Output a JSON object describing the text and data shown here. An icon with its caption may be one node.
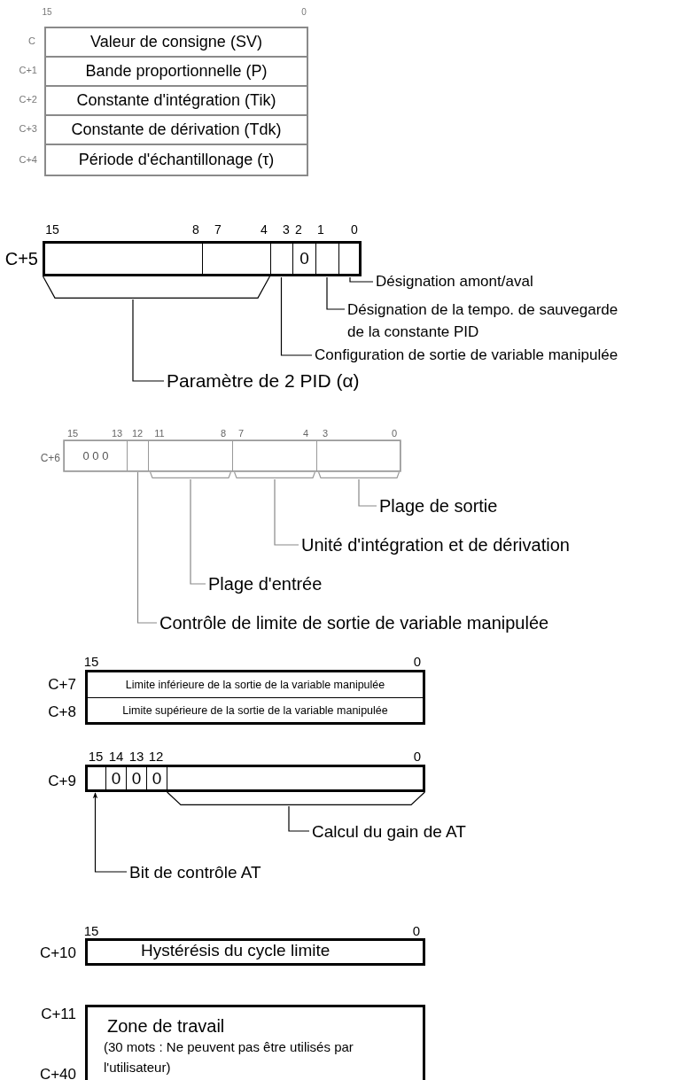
{
  "diagram": {
    "nodes": [
      {
        "text": [
          "Valeur de consigne (SV)"
        ]
      },
      {
        "text": [
          "Bande proportionnelle (P)"
        ]
      },
      {
        "text": [
          "Constante d'intégration (Tik)"
        ]
      },
      {
        "text": [
          "Constante de dérivation (Tdk)"
        ]
      },
      {
        "text": [
          "Période d'échantillonage (τ)"
        ]
      },
      {
        "text": [],
        "shape": "box"
      },
      {
        "text": [],
        "shape": "box"
      },
      {
        "text": [],
        "shape": "box"
      },
      {
        "text": [
          "0"
        ]
      },
      {
        "text": [],
        "shape": "box"
      },
      {
        "text": [],
        "shape": "box"
      },
      {
        "text": [
          "Désignation amont/aval"
        ]
      },
      {
        "text": [
          "Désignation de la tempo. de sauvegarde de la constante PID"
        ]
      },
      {
        "text": [
          "Configuration de sortie de variable manipulée"
        ]
      },
      {
        "text": [
          "Paramètre de 2 PID (α)"
        ]
      },
      {
        "text": [
          "0 0 0"
        ]
      },
      {
        "text": [],
        "shape": "box"
      },
      {
        "text": [],
        "shape": "box"
      },
      {
        "text": [],
        "shape": "box"
      },
      {
        "text": [],
        "shape": "box"
      },
      {
        "text": [
          "Plage de sortie"
        ]
      },
      {
        "text": [
          "Unité d'intégration et de dérivation"
        ]
      },
      {
        "text": [
          "Plage d'entrée"
        ]
      },
      {
        "text": [
          "Contrôle de limite de sortie de variable manipulée"
        ]
      },
      {
        "text": [
          "Limite inférieure de la sortie de la variable manipulée"
        ]
      },
      {
        "text": [
          "Limite supérieure de la sortie de la variable manipulée"
        ]
      },
      {
        "text": [],
        "shape": "box"
      },
      {
        "text": [
          "0"
        ]
      },
      {
        "text": [
          "0"
        ]
      },
      {
        "text": [
          "0"
        ]
      },
      {
        "text": [],
        "shape": "box"
      },
      {
        "text": [
          "Calcul du gain de AT"
        ]
      },
      {
        "text": [
          "Bit de contrôle AT"
        ]
      },
      {
        "text": [
          "Hystérésis du cycle limite"
        ]
      },
      {
        "text": [
          "Zone de travail",
          "(30 mots : Ne peuvent pas être utilisés par l'utilisateur)"
        ]
      },
      {
        "text": [],
        "shape": "bracket"
      },
      {
        "text": [],
        "shape": "bracket"
      },
      {
        "text": [],
        "shape": "bracket"
      },
      {
        "text": [],
        "shape": "bracket"
      },
      {
        "text": [],
        "shape": "bracket"
      }
    ],
    "edges": [
      {
        "from": 11,
        "to": 10,
        "arrow": "none"
      },
      {
        "from": 12,
        "to": 9,
        "arrow": "none"
      },
      {
        "from": 13,
        "to": 7,
        "arrow": "none"
      },
      {
        "from": 14,
        "to": 35,
        "arrow": "none"
      },
      {
        "from": 20,
        "to": 38,
        "arrow": "none",
        "color": "#888888"
      },
      {
        "from": 21,
        "to": 37,
        "arrow": "none",
        "color": "#888888"
      },
      {
        "from": 22,
        "to": 36,
        "arrow": "none",
        "color": "#888888"
      },
      {
        "from": 23,
        "to": 16,
        "arrow": "none",
        "color": "#888888"
      },
      {
        "from": 31,
        "to": 39,
        "arrow": "none"
      },
      {
        "from": 32,
        "to": 26,
        "arrow": "to"
      }
    ],
    "labels": [
      "15",
      "0",
      "C",
      "C+1",
      "C+2",
      "C+3",
      "C+4",
      "15",
      "8",
      "7",
      "4",
      "3",
      "2",
      "1",
      "0",
      "C+5",
      "15",
      "13",
      "12",
      "11",
      "8",
      "7",
      "4",
      "3",
      "0",
      "C+6",
      "15",
      "0",
      "C+7",
      "C+8",
      "15",
      "14",
      "13",
      "12",
      "0",
      "C+9",
      "15",
      "0",
      "C+10",
      "C+11",
      "C+40"
    ]
  }
}
